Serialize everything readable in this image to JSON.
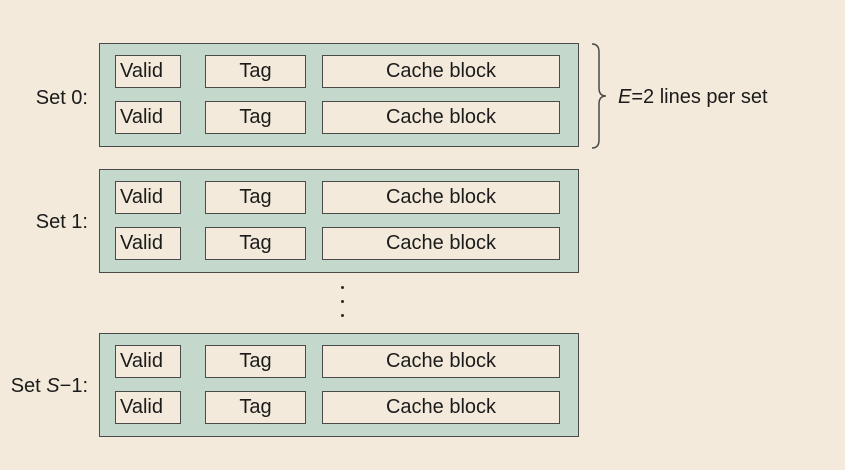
{
  "sets": [
    {
      "label_prefix": "Set 0:",
      "label_var": "",
      "label_suffix": "",
      "lines": [
        {
          "valid": "Valid",
          "tag": "Tag",
          "block": "Cache block"
        },
        {
          "valid": "Valid",
          "tag": "Tag",
          "block": "Cache block"
        }
      ]
    },
    {
      "label_prefix": "Set 1:",
      "label_var": "",
      "label_suffix": "",
      "lines": [
        {
          "valid": "Valid",
          "tag": "Tag",
          "block": "Cache block"
        },
        {
          "valid": "Valid",
          "tag": "Tag",
          "block": "Cache block"
        }
      ]
    },
    {
      "label_prefix": "Set ",
      "label_var": "S",
      "label_suffix": "−1:",
      "lines": [
        {
          "valid": "Valid",
          "tag": "Tag",
          "block": "Cache block"
        },
        {
          "valid": "Valid",
          "tag": "Tag",
          "block": "Cache block"
        }
      ]
    }
  ],
  "annotation": {
    "var": "E",
    "text": "=2 lines per set"
  }
}
